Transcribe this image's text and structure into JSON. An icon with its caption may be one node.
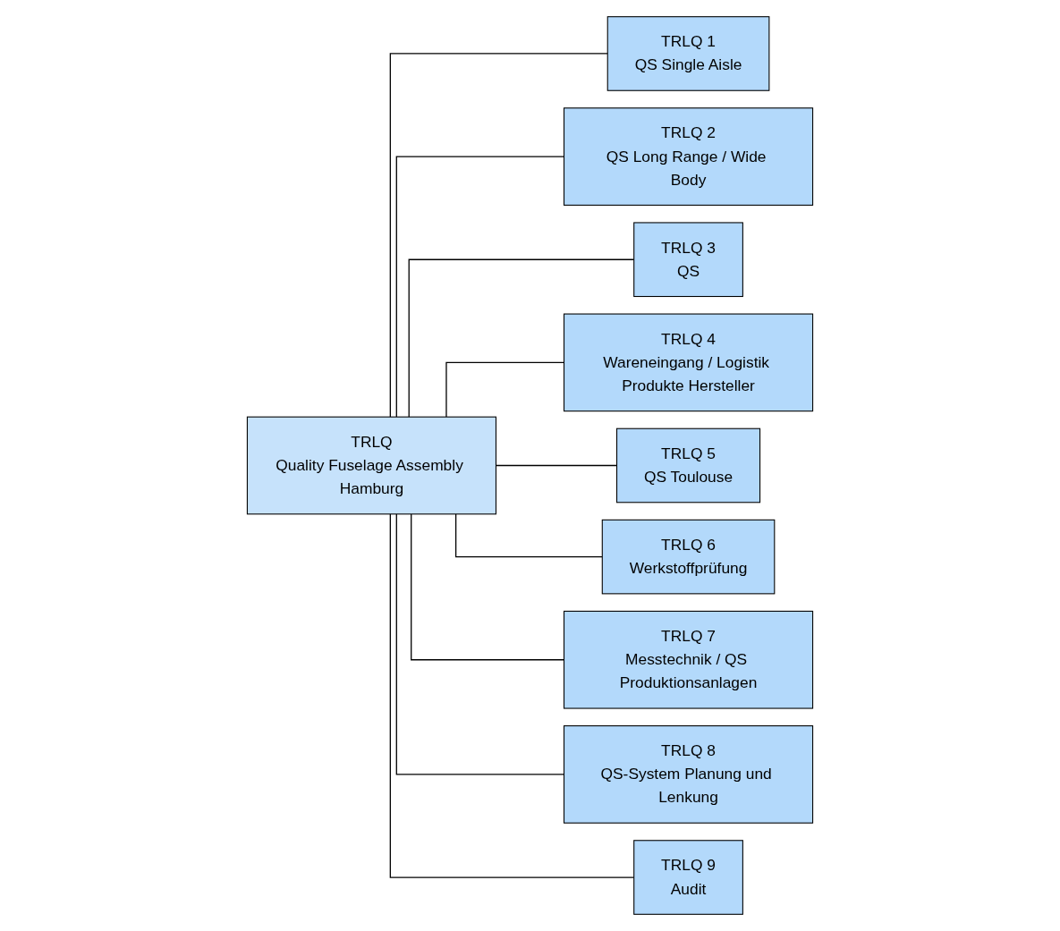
{
  "diagram": {
    "nodes": [
      {
        "text": [
          "TRLQ",
          "Quality Fuselage Assembly Hamburg"
        ]
      },
      {
        "text": [
          "TRLQ 1",
          "QS Single Aisle"
        ]
      },
      {
        "text": [
          "TRLQ 2",
          "QS Long Range / Wide Body"
        ]
      },
      {
        "text": [
          "TRLQ 3",
          "QS"
        ]
      },
      {
        "text": [
          "TRLQ 4",
          "Wareneingang / Logistik Produkte Hersteller"
        ]
      },
      {
        "text": [
          "TRLQ 5",
          "QS Toulouse"
        ]
      },
      {
        "text": [
          "TRLQ 6",
          "Werkstoffprüfung"
        ]
      },
      {
        "text": [
          "TRLQ 7",
          "Messtechnik / QS Produktionsanlagen"
        ]
      },
      {
        "text": [
          "TRLQ 8",
          "QS-System Planung und Lenkung"
        ]
      },
      {
        "text": [
          "TRLQ 9",
          "Audit"
        ]
      }
    ],
    "edges": [
      {
        "from": 0,
        "to": 1,
        "arrow": "none"
      },
      {
        "from": 0,
        "to": 2,
        "arrow": "none"
      },
      {
        "from": 0,
        "to": 3,
        "arrow": "none"
      },
      {
        "from": 0,
        "to": 4,
        "arrow": "none"
      },
      {
        "from": 0,
        "to": 5,
        "arrow": "none"
      },
      {
        "from": 0,
        "to": 6,
        "arrow": "none"
      },
      {
        "from": 0,
        "to": 7,
        "arrow": "none"
      },
      {
        "from": 0,
        "to": 8,
        "arrow": "none"
      },
      {
        "from": 0,
        "to": 9,
        "arrow": "none"
      }
    ]
  }
}
